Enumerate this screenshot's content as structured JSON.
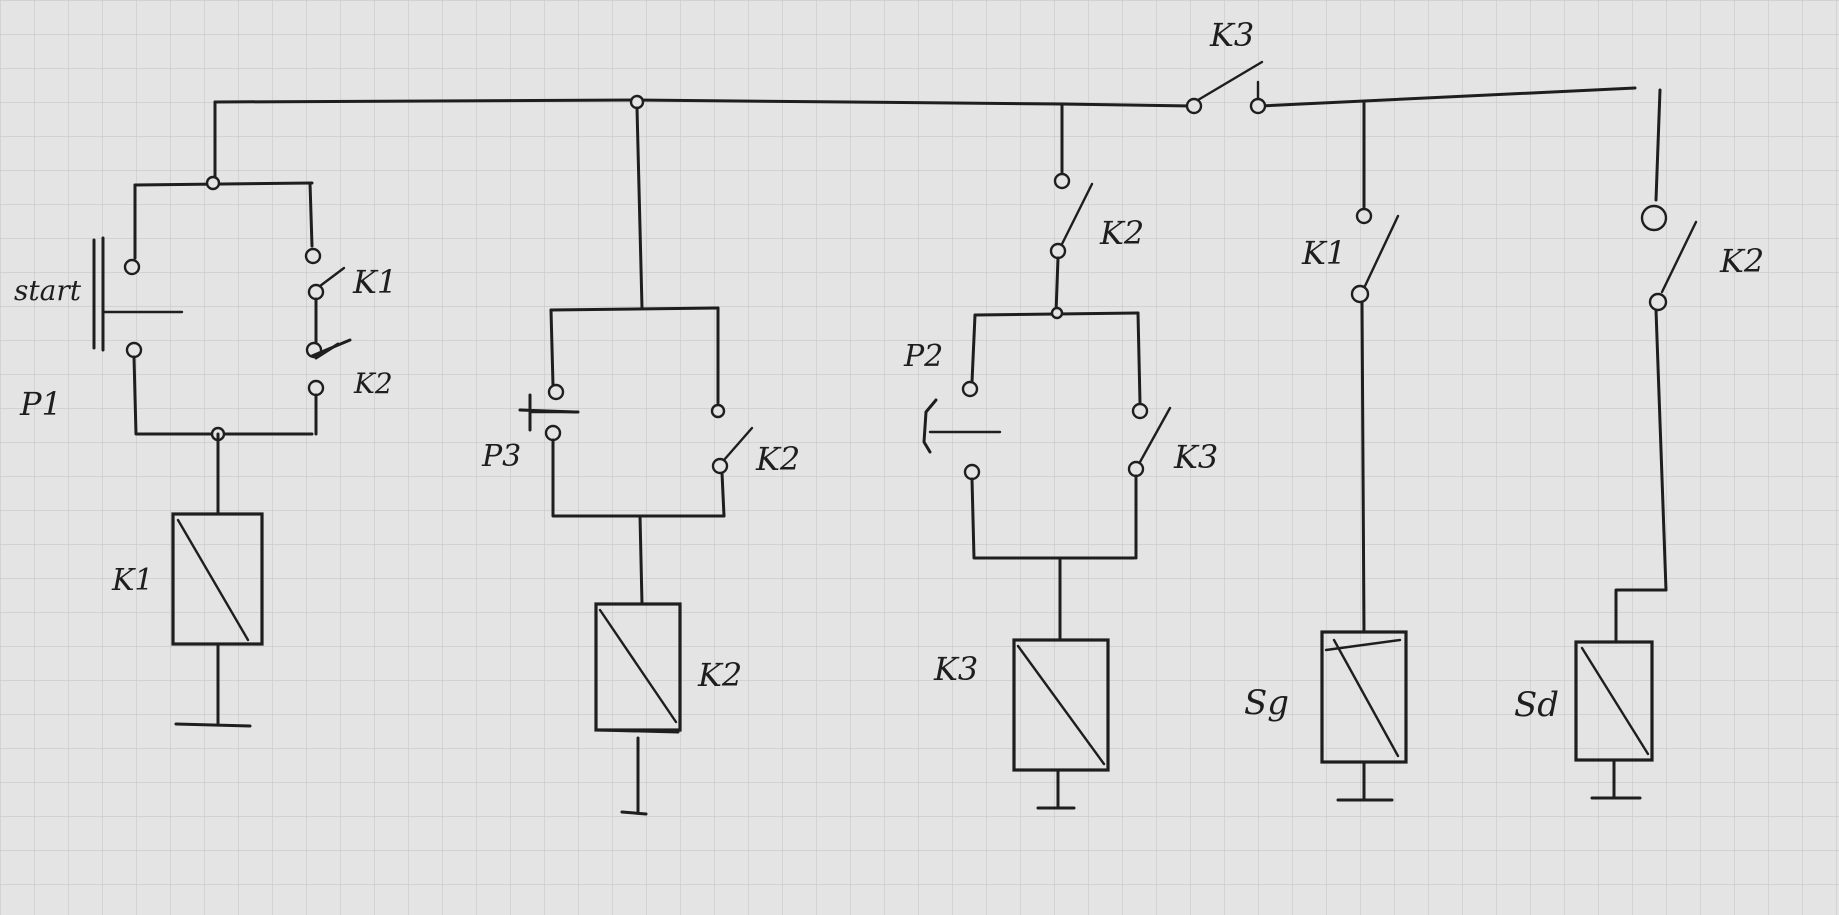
{
  "grid": {
    "background": "#e4e4e4",
    "line_color": "#c8c8c8",
    "ink_color": "#1e1e1e"
  },
  "labels": {
    "k3_main": "K3",
    "start": "start",
    "p1": "P1",
    "k1_contact": "K1",
    "k2_contact_rung1": "K2",
    "k1_coil": "K1",
    "p3": "P3",
    "k2_contact_rung2": "K2",
    "k2_coil": "K2",
    "k2_contact_rung3": "K2",
    "p2": "P2",
    "k3_contact": "K3",
    "k3_coil": "K3",
    "k1_contact_rung4": "K1",
    "sg_coil": "Sg",
    "k2_contact_rung5": "K2",
    "sd_coil": "Sd"
  }
}
